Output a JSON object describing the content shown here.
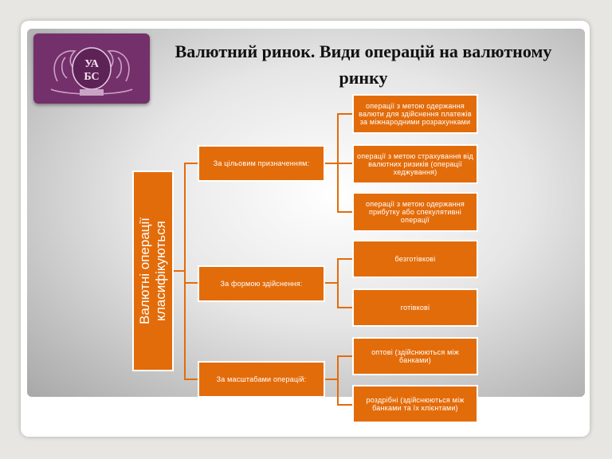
{
  "title": "Валютний ринок. Види операцій на валютному ринку",
  "logo": {
    "text": "УАБС",
    "icon": "university-crest-logo"
  },
  "diagram": {
    "root": "Валютні операції класифікуються",
    "branches": [
      {
        "label": "За цільовим призначенням:",
        "items": [
          "операції з метою одержання валюти для здійснення платежів за міжнародними розрахунками",
          "операції з метою страхування від валютних ризиків (операції хеджування)",
          "операції з метою одержання прибутку або спекулятивні операції"
        ]
      },
      {
        "label": "За формою здійснення:",
        "items": [
          "безготівкові",
          "готівкові"
        ]
      },
      {
        "label": "За масштабами операцій:",
        "items": [
          "оптові (здійснюються між банками)",
          "роздрібні (здійснюються між банками та їх клієнтами)"
        ]
      }
    ]
  },
  "colors": {
    "accent": "#e36c0a",
    "logo_bg": "#74306b"
  }
}
